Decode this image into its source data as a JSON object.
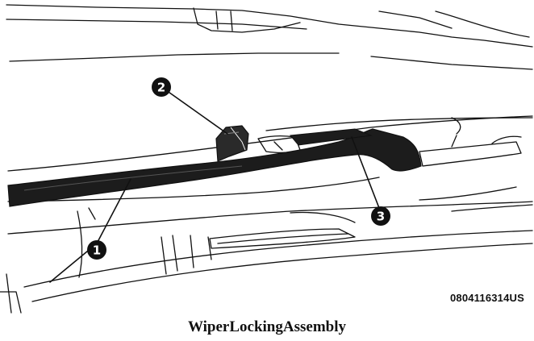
{
  "figure": {
    "caption": "WiperLockingAssembly",
    "figure_code": "0804116314US"
  },
  "callouts": [
    {
      "label": "1",
      "part": "wiper-arm"
    },
    {
      "label": "2",
      "part": "locking-tab"
    },
    {
      "label": "3",
      "part": "wiper-blade"
    }
  ],
  "colors": {
    "ink": "#111111",
    "arm_fill": "#1c1c1c",
    "background": "#ffffff"
  }
}
